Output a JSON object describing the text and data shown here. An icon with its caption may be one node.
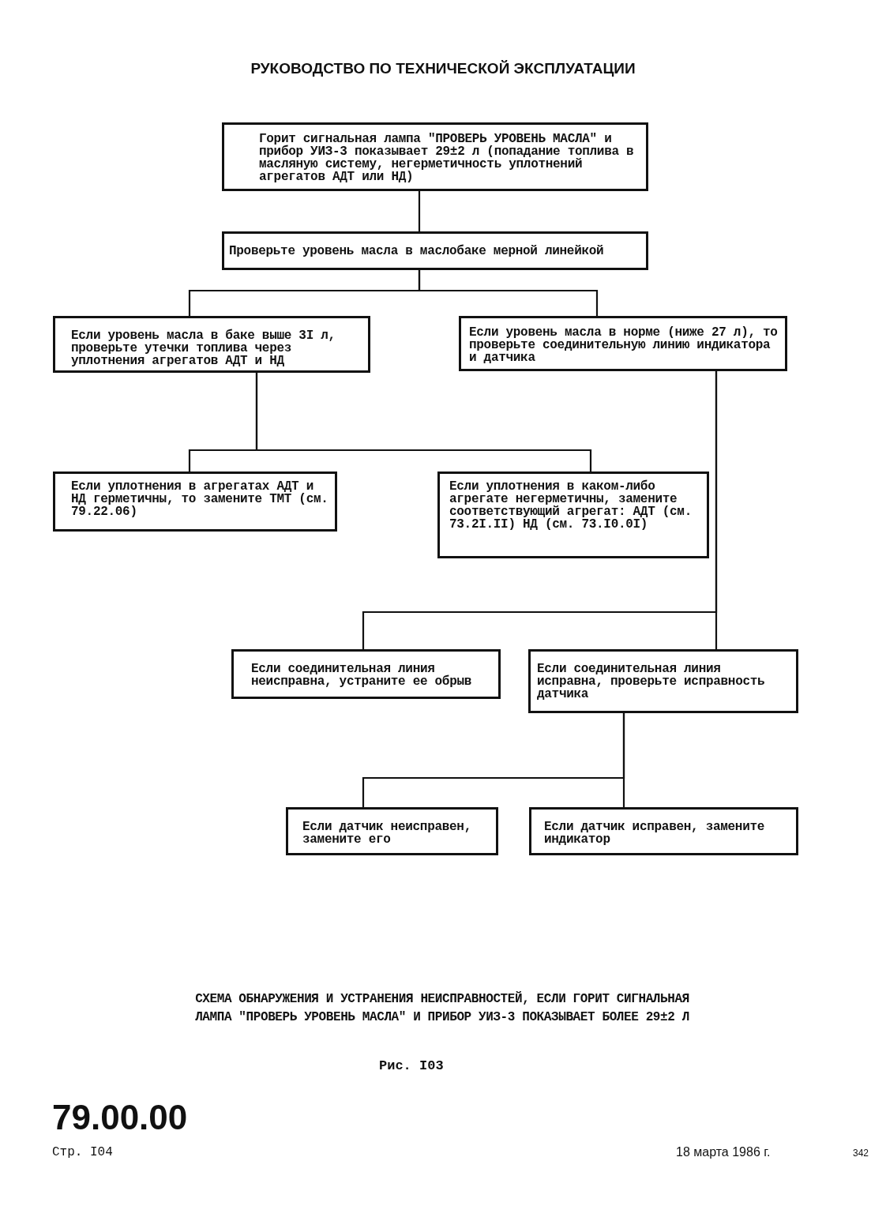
{
  "diagram": {
    "title": "РУКОВОДСТВО ПО ТЕХНИЧЕСКОЙ ЭКСПЛУАТАЦИИ",
    "caption": "СХЕМА ОБНАРУЖЕНИЯ И УСТРАНЕНИЯ НЕИСПРАВНОСТЕЙ, ЕСЛИ ГОРИТ СИГНАЛЬНАЯ ЛАМПА \"ПРОВЕРЬ УРОВЕНЬ МАСЛА\" И ПРИБОР УИЗ-3 ПОКАЗЫВАЕТ БОЛЕЕ 29±2 Л",
    "nodes": [
      {
        "text": [
          "Горит сигнальная лампа \"ПРОВЕРЬ УРОВЕНЬ МАСЛА\" и прибор УИЗ-3 показывает 29±2 л (попадание топлива в масляную систему, негерметичность уплотнений агрегатов АДТ или НД)"
        ]
      },
      {
        "text": [
          "Проверьте уровень масла в маслобаке мерной линейкой"
        ]
      },
      {
        "text": [
          "Если уровень масла в баке выше 3I л, проверьте утечки топлива через уплотнения агрегатов АДТ и НД"
        ]
      },
      {
        "text": [
          "Если уровень масла в норме (ниже 27 л), то проверьте соединительную линию индикатора и датчика"
        ]
      },
      {
        "text": [
          "Если уплотнения в агрегатах АДТ и НД герметичны, то замените ТМТ (см. 79.22.06)"
        ]
      },
      {
        "text": [
          "Если уплотнения в каком-либо агрегате негерметичны, замените соответствующий агрегат: АДТ (см. 73.2I.II) НД (см. 73.I0.0I)"
        ]
      },
      {
        "text": [
          "Если соединительная линия неисправна, устраните ее обрыв"
        ]
      },
      {
        "text": [
          "Если соединительная линия исправна, проверьте исправность датчика"
        ]
      },
      {
        "text": [
          "Если датчик неисправен, замените его"
        ]
      },
      {
        "text": [
          "Если датчик исправен, замените индикатор"
        ]
      }
    ],
    "edges": [
      {
        "from": 0,
        "to": 1,
        "arrow": "none"
      },
      {
        "from": 1,
        "to": 2,
        "arrow": "none"
      },
      {
        "from": 1,
        "to": 3,
        "arrow": "none"
      },
      {
        "from": 2,
        "to": 4,
        "arrow": "none"
      },
      {
        "from": 2,
        "to": 5,
        "arrow": "none"
      },
      {
        "from": 3,
        "to": 6,
        "arrow": "none"
      },
      {
        "from": 3,
        "to": 7,
        "arrow": "none"
      },
      {
        "from": 7,
        "to": 8,
        "arrow": "none"
      },
      {
        "from": 7,
        "to": 9,
        "arrow": "none"
      }
    ],
    "labels": [
      "Рис. I03",
      "79.00.00",
      "Стр. I04",
      "18 марта 1986 г.",
      "342"
    ]
  }
}
